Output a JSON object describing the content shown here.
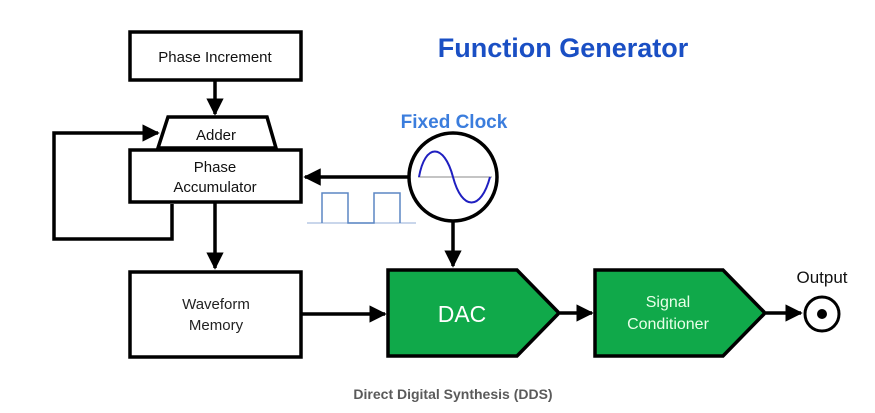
{
  "title": "Function Generator",
  "caption": "Direct Digital Synthesis (DDS)",
  "clock_label": "Fixed Clock",
  "blocks": {
    "phase_increment": "Phase Increment",
    "adder": "Adder",
    "phase_accumulator": [
      "Phase",
      "Accumulator"
    ],
    "waveform_memory": [
      "Waveform",
      "Memory"
    ],
    "dac": "DAC",
    "signal_conditioner": [
      "Signal",
      "Conditioner"
    ],
    "output": "Output"
  },
  "colors": {
    "title": "#1a4fc4",
    "clock_label": "#3b7ddd",
    "green_block": "#10a94a",
    "sine": "#1f1fc0",
    "square_wave": "#5b86c4",
    "caption": "#5a5a5a"
  }
}
